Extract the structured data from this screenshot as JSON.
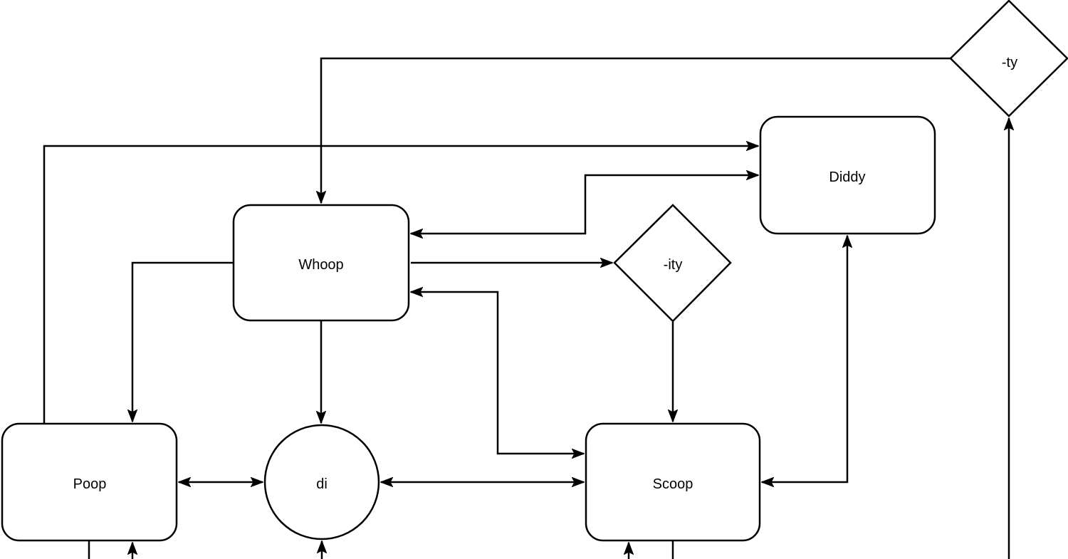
{
  "diagram": {
    "type": "flowchart",
    "background_color": "#ffffff",
    "stroke_color": "#000000",
    "text_color": "#000000",
    "nodes": {
      "whoop": {
        "label": "Whoop",
        "shape": "rounded-rectangle"
      },
      "diddy": {
        "label": "Diddy",
        "shape": "rounded-rectangle"
      },
      "poop": {
        "label": "Poop",
        "shape": "rounded-rectangle"
      },
      "scoop": {
        "label": "Scoop",
        "shape": "rounded-rectangle"
      },
      "di": {
        "label": "di",
        "shape": "circle"
      },
      "ity": {
        "label": "-ity",
        "shape": "diamond"
      },
      "ty": {
        "label": "-ty",
        "shape": "diamond"
      }
    },
    "edges": [
      {
        "from": "ty",
        "to": "whoop",
        "arrows": "end"
      },
      {
        "from": "offscreen-bottom",
        "to": "ty",
        "arrows": "end"
      },
      {
        "from": "poop",
        "to": "diddy",
        "arrows": "end"
      },
      {
        "from": "whoop",
        "to": "diddy",
        "arrows": "both"
      },
      {
        "from": "whoop",
        "to": "poop",
        "arrows": "end"
      },
      {
        "from": "whoop",
        "to": "ity",
        "arrows": "end"
      },
      {
        "from": "ity",
        "to": "scoop",
        "arrows": "end"
      },
      {
        "from": "whoop",
        "to": "scoop",
        "arrows": "both"
      },
      {
        "from": "poop",
        "to": "di",
        "arrows": "both"
      },
      {
        "from": "di",
        "to": "scoop",
        "arrows": "both"
      },
      {
        "from": "whoop",
        "to": "di",
        "arrows": "end"
      },
      {
        "from": "scoop",
        "to": "diddy",
        "arrows": "both"
      },
      {
        "from": "poop",
        "to": "offscreen-bottom",
        "arrows": "none"
      },
      {
        "from": "offscreen-bottom",
        "to": "poop",
        "arrows": "end"
      },
      {
        "from": "offscreen-bottom",
        "to": "di",
        "arrows": "end"
      },
      {
        "from": "offscreen-bottom",
        "to": "scoop",
        "arrows": "end"
      },
      {
        "from": "scoop",
        "to": "offscreen-bottom",
        "arrows": "none"
      }
    ]
  }
}
